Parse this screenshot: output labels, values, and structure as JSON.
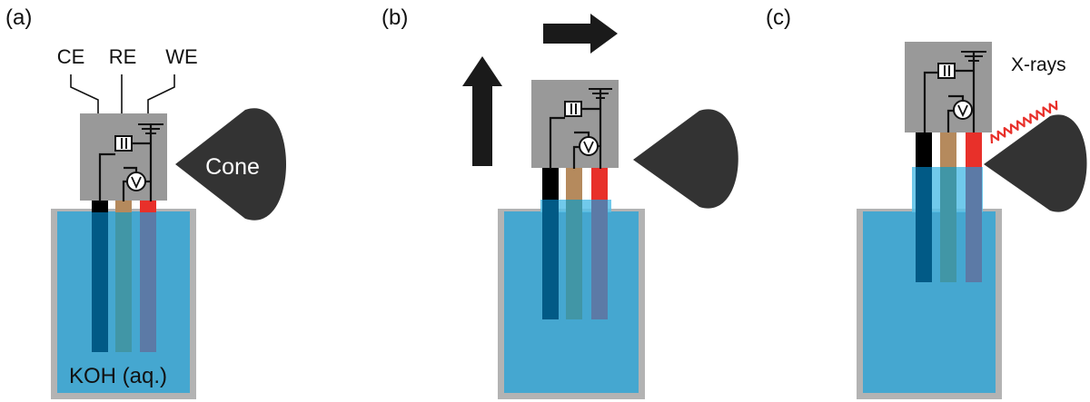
{
  "panels": [
    {
      "label": "(a)",
      "electrode_labels": [
        "CE",
        "RE",
        "WE"
      ],
      "solution_label": "KOH (aq.)",
      "cone_label": "Cone"
    },
    {
      "label": "(b)",
      "motion_arrows": [
        "arrow-up",
        "arrow-right"
      ]
    },
    {
      "label": "(c)",
      "xray_label": "X-rays"
    }
  ],
  "colors": {
    "vessel_wall": "#b3b3b3",
    "solution": "#45a7d0",
    "counter_electrode": "#015a86",
    "reference_electrode": "#4196a6",
    "working_electrode": "#5c7aa6",
    "ce_contact": "#000000",
    "re_contact": "#b58a5d",
    "we_contact": "#e8302a",
    "potentiostat_box": "#999999",
    "cone": "#333333",
    "xray_wave": "#e8302a",
    "arrow": "#1a1a1a"
  }
}
